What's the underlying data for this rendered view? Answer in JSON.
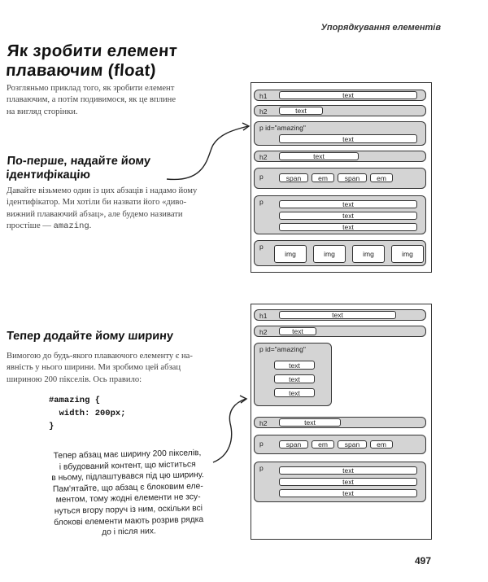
{
  "header": {
    "running_title": "Упорядкування елементів"
  },
  "title": {
    "line1": "Як зробити елемент",
    "line2": "плаваючим (float)"
  },
  "intro": {
    "lines": [
      "Розгляньмо приклад того, як зробити елемент",
      "плаваючим, а потім подивимося, як це вплине",
      "на вигляд сторінки."
    ]
  },
  "step1": {
    "heading_line1": "По-перше, надайте йому",
    "heading_line2": "ідентифікацію",
    "lines": [
      "Давайте візьмемо один із цих абзаців і надамо йому",
      "ідентифікатор. Ми хотіли би назвати його «диво-",
      "вижний плаваючий абзац», але будемо називати",
      "простіше —"
    ],
    "code_word": "amazing",
    "end": "."
  },
  "step2": {
    "heading": "Тепер додайте йому ширину",
    "lines": [
      "Вимогою до будь-якого плаваючого елементу є на-",
      "явність у нього ширини. Ми зробимо цей абзац",
      "шириною 200 пікселів. Ось правило:"
    ]
  },
  "code": {
    "l1": "#amazing {",
    "l2": "  width: 200px;",
    "l3": "}"
  },
  "note": {
    "lines": [
      "Тепер абзац має ширину 200 пікселів,",
      "і вбудований контент, що міститься",
      "в ньому, підлаштувався під цю ширину.",
      "Пам'ятайте, що абзац є блоковим еле-",
      "ментом, тому жодні елементи не зсу-",
      "нуться вгору поруч із ним, оскільки всі",
      "блокові елементи мають розрив рядка",
      "до і після них."
    ]
  },
  "diagram": {
    "h1": "h1",
    "h2": "h2",
    "p": "p",
    "p_id": "p id=\"amazing\"",
    "text": "text",
    "span": "span",
    "em": "em",
    "img": "img"
  },
  "page_number": "497"
}
